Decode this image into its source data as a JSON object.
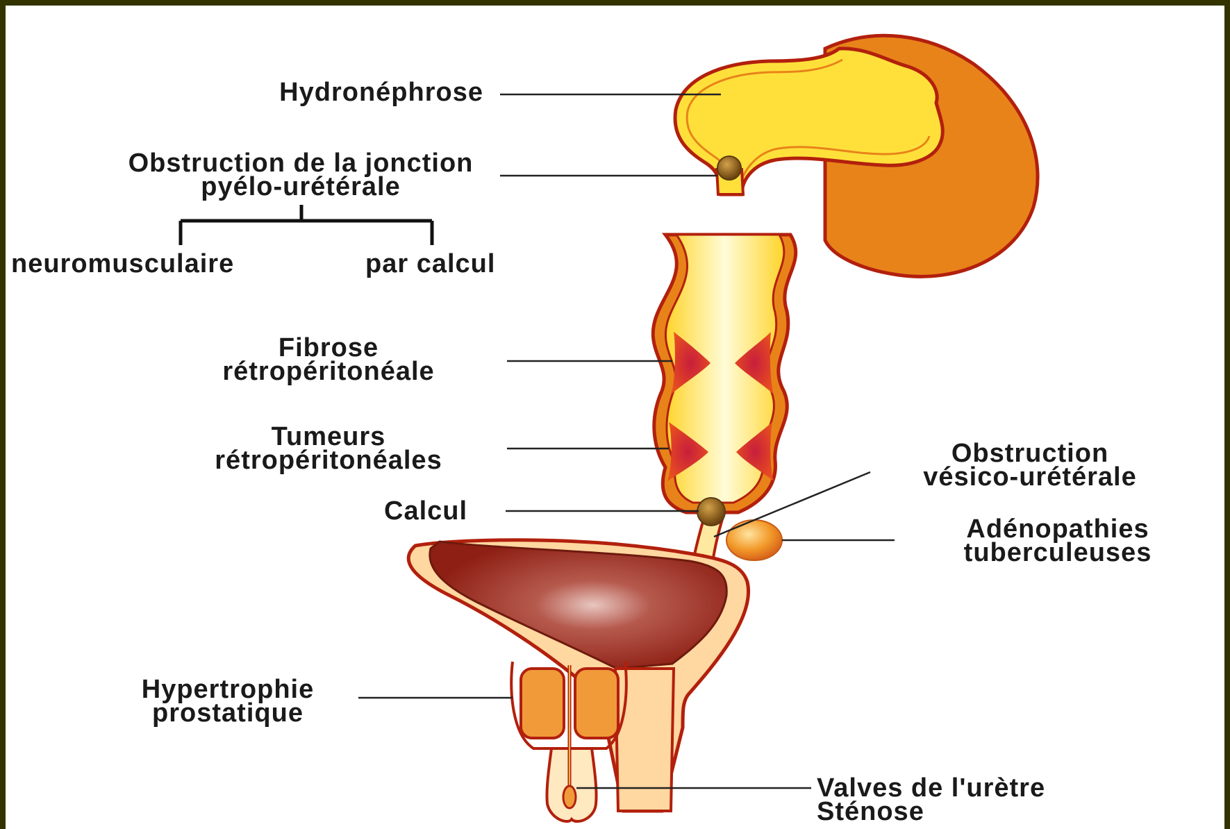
{
  "labels": {
    "hydronephrose": "Hydronéphrose",
    "jonction": [
      "Obstruction de la jonction",
      "pyélo-urétérale"
    ],
    "neuromusculaire": "neuromusculaire",
    "par_calcul": "par calcul",
    "fibrose": [
      "Fibrose",
      "rétropéritonéale"
    ],
    "tumeurs": [
      "Tumeurs",
      "rétropéritonéales"
    ],
    "calcul": "Calcul",
    "vesico": [
      "Obstruction",
      "vésico-urétérale"
    ],
    "adenopathies": [
      "Adénopathies",
      "tuberculeuses"
    ],
    "hypertrophie": [
      "Hypertrophie",
      "prostatique"
    ],
    "valves": [
      "Valves de l'urètre",
      "Sténose"
    ]
  },
  "colors": {
    "kidney_outer": "#e8831a",
    "pelvis_yellow": "#ffe03a",
    "wall_red": "#b2200d",
    "bladder": "#8e1f14",
    "stone": "#7a5218",
    "node": "#f29a2a",
    "stricture": "#d3323c"
  }
}
